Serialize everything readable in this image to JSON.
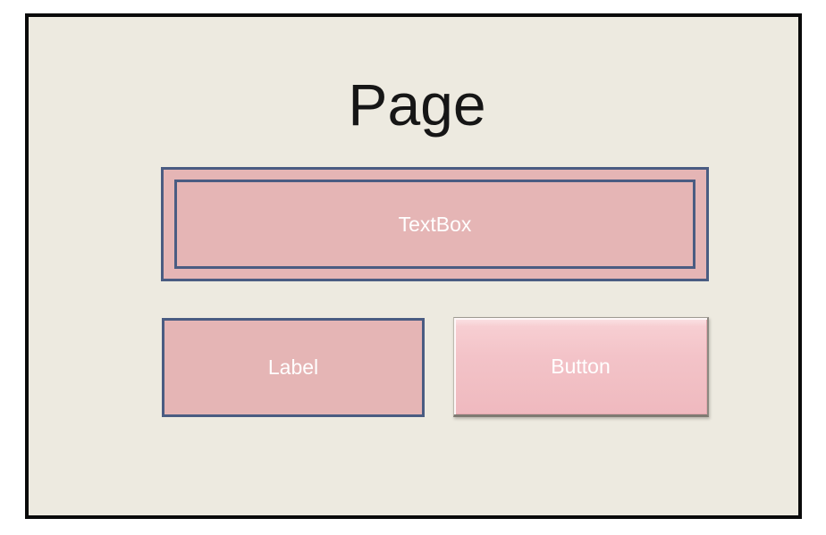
{
  "page": {
    "title": "Page",
    "background_color": "#EDEAE0",
    "frame_border_color": "#0A0A0A",
    "outer_background_color": "#FFFFFF"
  },
  "controls": {
    "textbox": {
      "label": "TextBox",
      "fill_color": "#E5B5B5",
      "border_color": "#4A5C82",
      "text_color": "#FFFFFF"
    },
    "label": {
      "label": "Label",
      "fill_color": "#E5B5B5",
      "border_color": "#4A5C82",
      "text_color": "#FFFFFF"
    },
    "button": {
      "label": "Button",
      "fill_color": "#F3C3C8",
      "highlight_color": "#FEF7F7",
      "shadow_color": "#7E7A72",
      "text_color": "#FFFFFF"
    }
  }
}
